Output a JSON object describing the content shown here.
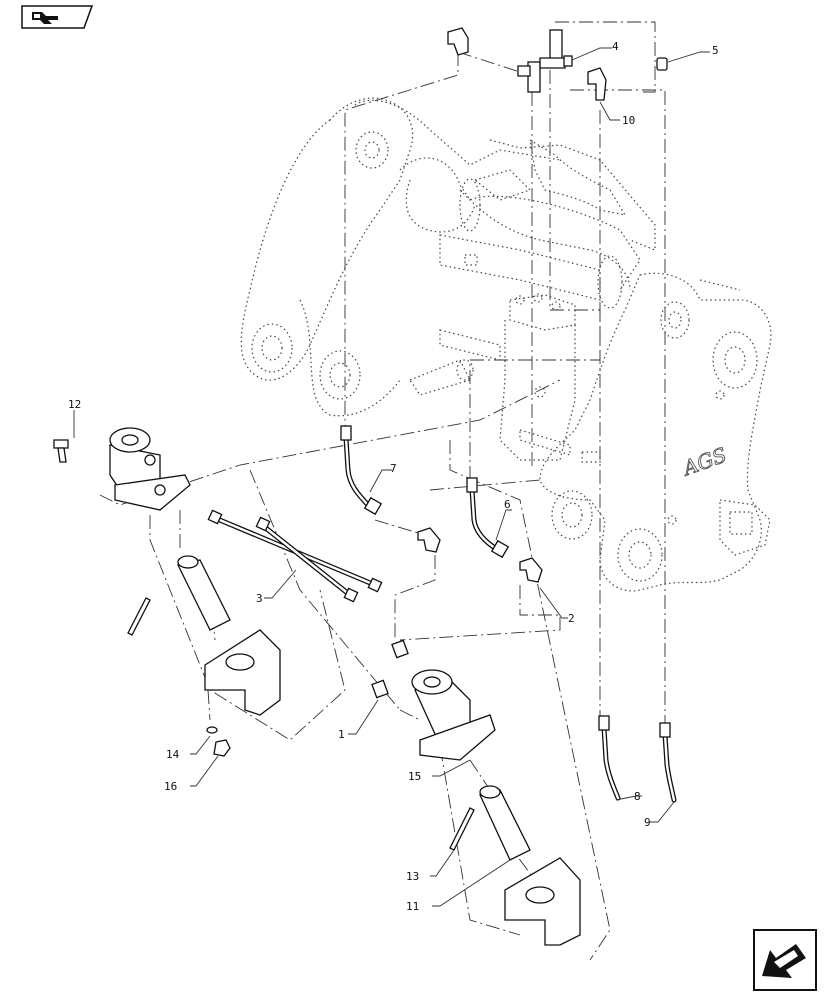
{
  "diagram": {
    "brand_text": "AGS",
    "callouts": [
      {
        "id": "1",
        "text": "1"
      },
      {
        "id": "2",
        "text": "2"
      },
      {
        "id": "3",
        "text": "3"
      },
      {
        "id": "4",
        "text": "4"
      },
      {
        "id": "5",
        "text": "5"
      },
      {
        "id": "6",
        "text": "6"
      },
      {
        "id": "7",
        "text": "7"
      },
      {
        "id": "8",
        "text": "8"
      },
      {
        "id": "9",
        "text": "9"
      },
      {
        "id": "10",
        "text": "10"
      },
      {
        "id": "11",
        "text": "11"
      },
      {
        "id": "12",
        "text": "12"
      },
      {
        "id": "13",
        "text": "13"
      },
      {
        "id": "14",
        "text": "14"
      },
      {
        "id": "15",
        "text": "15"
      },
      {
        "id": "16",
        "text": "16"
      }
    ]
  },
  "navigation": {
    "top_icon": "book-arrow-icon",
    "bottom_icon": "return-arrow-icon"
  }
}
